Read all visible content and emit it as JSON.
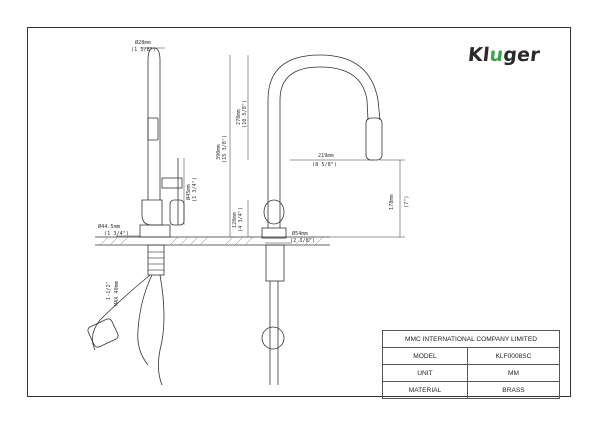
{
  "brand": {
    "logo_text_1": "Kl",
    "logo_text_2": "u",
    "logo_text_3": "ger"
  },
  "dimensions": {
    "top_diameter_mm": "Ø28mm",
    "top_diameter_in": "(1 1/8\")",
    "handle_diameter_mm": "Ø45mm",
    "handle_diameter_in": "(1 3/4\")",
    "base_diameter_mm": "Ø44.5mm",
    "base_diameter_in": "(1 3/4\")",
    "max_deck_1": "1-1/2\"",
    "max_deck_2": "MAX 40mm",
    "total_height_mm": "390mm",
    "total_height_in": "(15 3/8\")",
    "spout_height_mm": "270mm",
    "spout_height_in": "(10 5/8\")",
    "reach_mm": "219mm",
    "reach_in": "(8 5/8\")",
    "handle_height_mm": "120mm",
    "handle_height_in": "(4 3/4\")",
    "base_mm": "Ø54mm",
    "base_in": "(2 1/8\")",
    "clearance_mm": "178mm",
    "clearance_in": "(7\")"
  },
  "title_block": {
    "company": "MMC INTERNATIONAL COMPANY LIMITED",
    "rows": [
      {
        "label": "MODEL",
        "value": "KLF0008SC"
      },
      {
        "label": "UNIT",
        "value": "MM"
      },
      {
        "label": "MATERIAL",
        "value": "BRASS"
      }
    ]
  },
  "colors": {
    "line": "#333333",
    "accent": "#3fa34d",
    "hatch": "#666666"
  }
}
